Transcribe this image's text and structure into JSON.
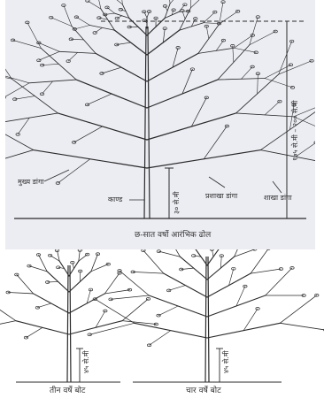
{
  "colors": {
    "ink": "#2a2a2a",
    "panel_bg": "#ecedf3",
    "page_bg": "#ffffff"
  },
  "top_diagram": {
    "caption": "छ-सात वर्षो   आरंभिक ढोल",
    "labels": {
      "main_branch": "मुख्य डांगा",
      "trunk": "काण्ड",
      "trunk_height": "३० से.मी",
      "branching_branch": "प्रशाखा डांगा",
      "shoot_branch": "शाखा डांगा",
      "total_height": "१७५ से.मी – २०० से.मी"
    }
  },
  "bottom_left_diagram": {
    "caption": "तीन वर्षे बोट",
    "trunk_height": "४५ से.मी"
  },
  "bottom_right_diagram": {
    "caption": "चार वर्षे बोट",
    "trunk_height": "४५ से.मी"
  }
}
